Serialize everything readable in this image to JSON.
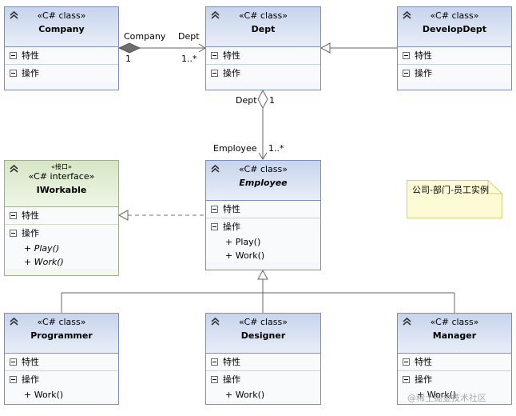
{
  "labels": {
    "attributes": "特性",
    "operations": "操作"
  },
  "classes": {
    "company": {
      "stereotype": "«C# class»",
      "name": "Company"
    },
    "dept": {
      "stereotype": "«C# class»",
      "name": "Dept"
    },
    "developdept": {
      "stereotype": "«C# class»",
      "name": "DevelopDept"
    },
    "iworkable": {
      "stereotype1": "«接口»",
      "stereotype2": "«C# interface»",
      "name": "IWorkable",
      "operations": [
        "+ Play()",
        "+ Work()"
      ]
    },
    "employee": {
      "stereotype": "«C# class»",
      "name": "Employee",
      "operations": [
        "+ Play()",
        "+ Work()"
      ]
    },
    "programmer": {
      "stereotype": "«C# class»",
      "name": "Programmer",
      "operations": [
        "+ Work()"
      ]
    },
    "designer": {
      "stereotype": "«C# class»",
      "name": "Designer",
      "operations": [
        "+ Work()"
      ]
    },
    "manager": {
      "stereotype": "«C# class»",
      "name": "Manager",
      "operations": [
        "+ Work()"
      ]
    }
  },
  "associations": {
    "company_dept": {
      "role_start": "Company",
      "mult_start": "1",
      "role_end": "Dept",
      "mult_end": "1..*"
    },
    "dept_employee": {
      "role_start": "Dept",
      "mult_start": "1",
      "role_end": "Employee",
      "mult_end": "1..*"
    }
  },
  "note": {
    "text": "公司-部门-员工实例"
  },
  "watermark": "@稀土掘金技术社区",
  "colors": {
    "class_border": "#7d8fb6",
    "class_header": "#c7d4ec",
    "interface_border": "#9fb08a",
    "interface_header": "#d7e6c6",
    "note_fill": "#fdfbd6"
  }
}
